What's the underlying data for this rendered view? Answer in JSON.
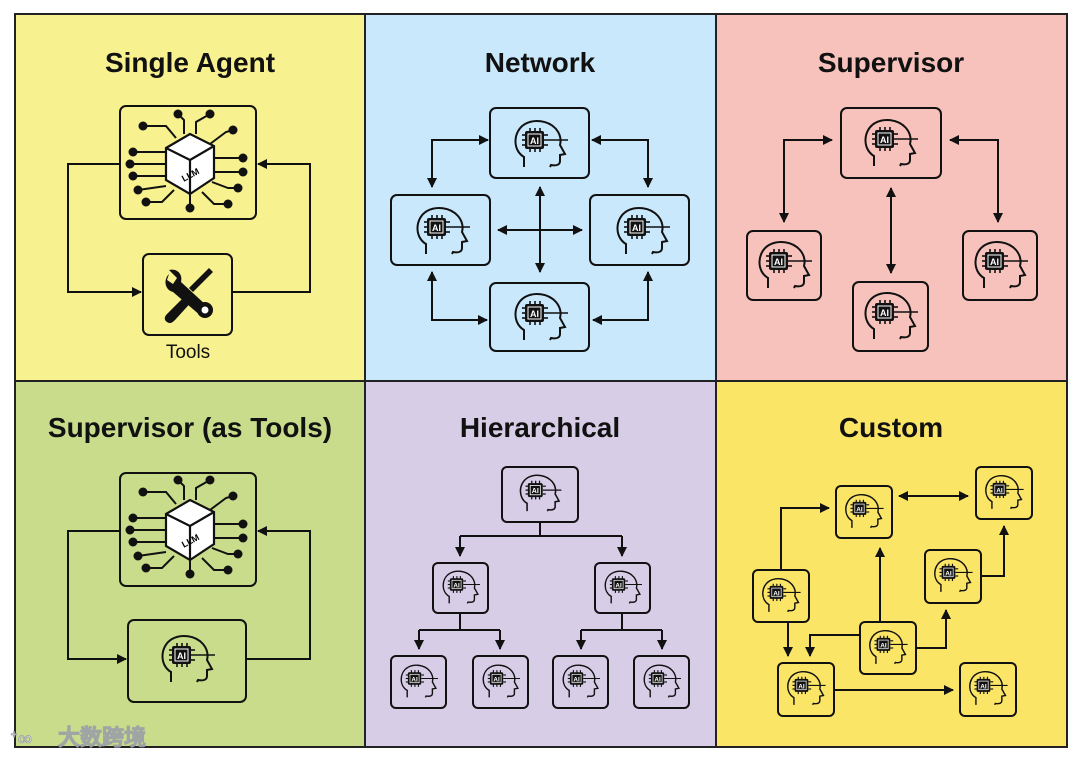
{
  "panels": {
    "single_agent": {
      "title": "Single Agent",
      "bg": "#f7f18f",
      "llm_label": "LLM",
      "tools_caption": "Tools"
    },
    "network": {
      "title": "Network",
      "bg": "#c9e8fb"
    },
    "supervisor": {
      "title": "Supervisor",
      "bg": "#f6c2bb"
    },
    "supervisor_tools": {
      "title": "Supervisor (as Tools)",
      "bg": "#c9dc8b",
      "llm_label": "LLM"
    },
    "hierarchical": {
      "title": "Hierarchical",
      "bg": "#d7cde6"
    },
    "custom": {
      "title": "Custom",
      "bg": "#fbe566"
    }
  },
  "agent_chip_label": "AI",
  "watermark": "大数跨境",
  "colors": {
    "outline": "#111111",
    "border": "#222222"
  }
}
